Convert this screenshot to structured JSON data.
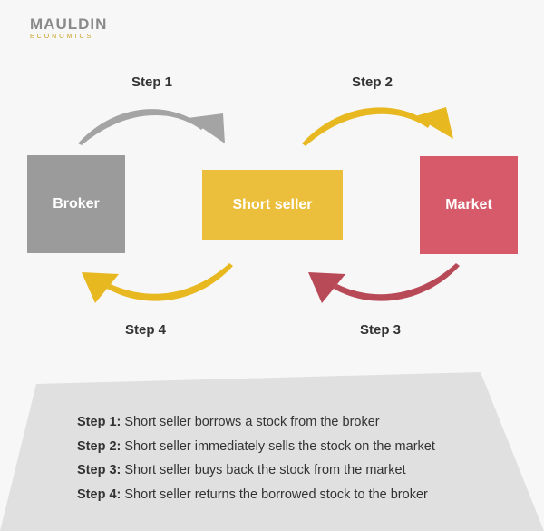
{
  "logo": {
    "main": "MAULDIN",
    "sub": "ECONOMICS"
  },
  "steps": {
    "step1": "Step 1",
    "step2": "Step 2",
    "step3": "Step 3",
    "step4": "Step 4"
  },
  "boxes": {
    "broker": {
      "label": "Broker",
      "color": "#9b9b9b"
    },
    "short_seller": {
      "label": "Short seller",
      "color": "#ebbf3c"
    },
    "market": {
      "label": "Market",
      "color": "#d65a6a"
    }
  },
  "arrow_colors": {
    "step1": "#a4a4a4",
    "step2": "#e8b820",
    "step3": "#b84a57",
    "step4": "#e8b820"
  },
  "legend": [
    {
      "term": "Step 1:",
      "text": " Short seller borrows a stock from the broker"
    },
    {
      "term": "Step 2:",
      "text": " Short seller immediately sells the stock on the market"
    },
    {
      "term": "Step 3:",
      "text": " Short seller buys back the stock from the market"
    },
    {
      "term": "Step 4:",
      "text": " Short seller returns the borrowed stock to the broker"
    }
  ],
  "colors": {
    "panel": "#e0e0e0",
    "background": "#f7f7f7"
  }
}
